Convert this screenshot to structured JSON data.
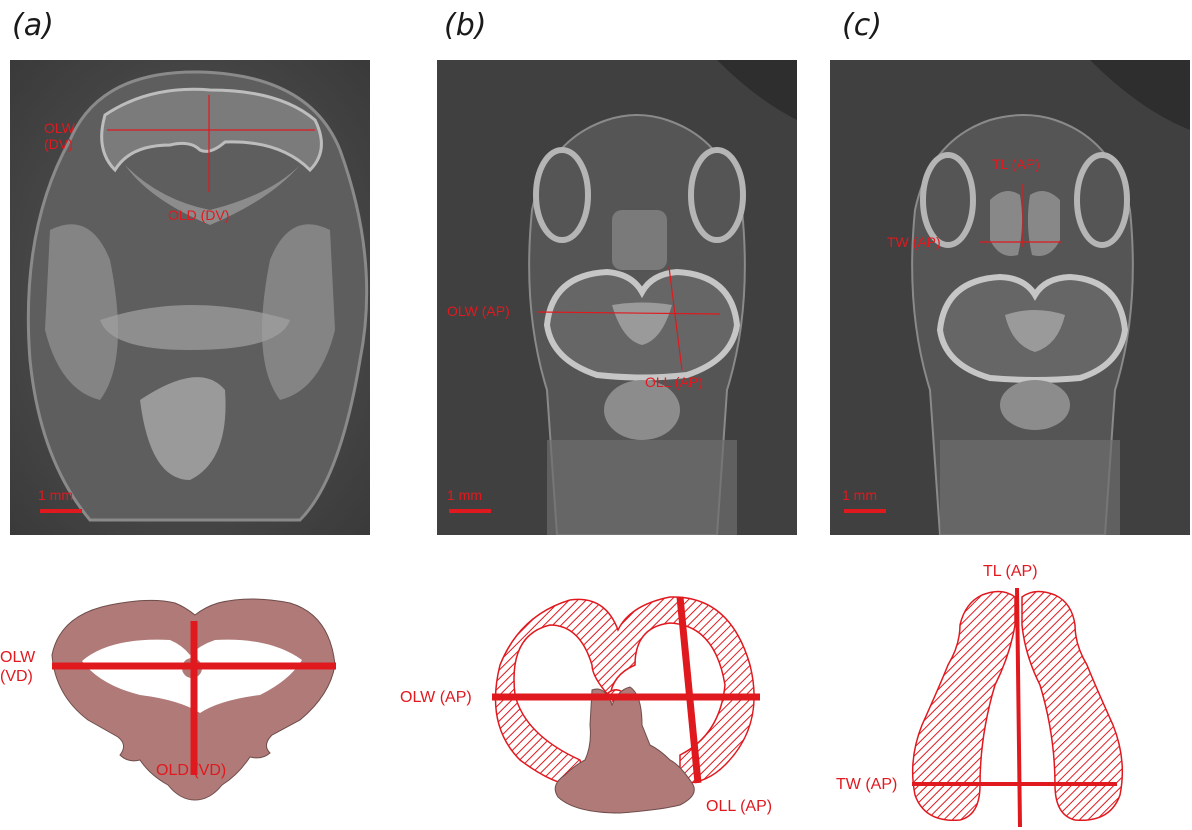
{
  "panels": [
    {
      "letter": "(a)",
      "scan_labels": {
        "olw": "OLW\n(DV)",
        "old": "OLD (DV)"
      },
      "scale": "1 mm",
      "diagram_labels": {
        "olw": "OLW\n(VD)",
        "old": "OLD (VD)"
      }
    },
    {
      "letter": "(b)",
      "scan_labels": {
        "olw": "OLW (AP)",
        "oll": "OLL (AP)"
      },
      "scale": "1 mm",
      "diagram_labels": {
        "olw": "OLW (AP)",
        "oll": "OLL (AP)"
      }
    },
    {
      "letter": "(c)",
      "scan_labels": {
        "tl": "TL (AP)",
        "tw": "TW (AP)"
      },
      "scale": "1 mm",
      "diagram_labels": {
        "tl": "TL (AP)",
        "tw": "TW (AP)"
      }
    }
  ],
  "colors": {
    "measure_red": "#e0191f",
    "tissue_fill": "#b07a78",
    "scan_background": "#454545"
  }
}
